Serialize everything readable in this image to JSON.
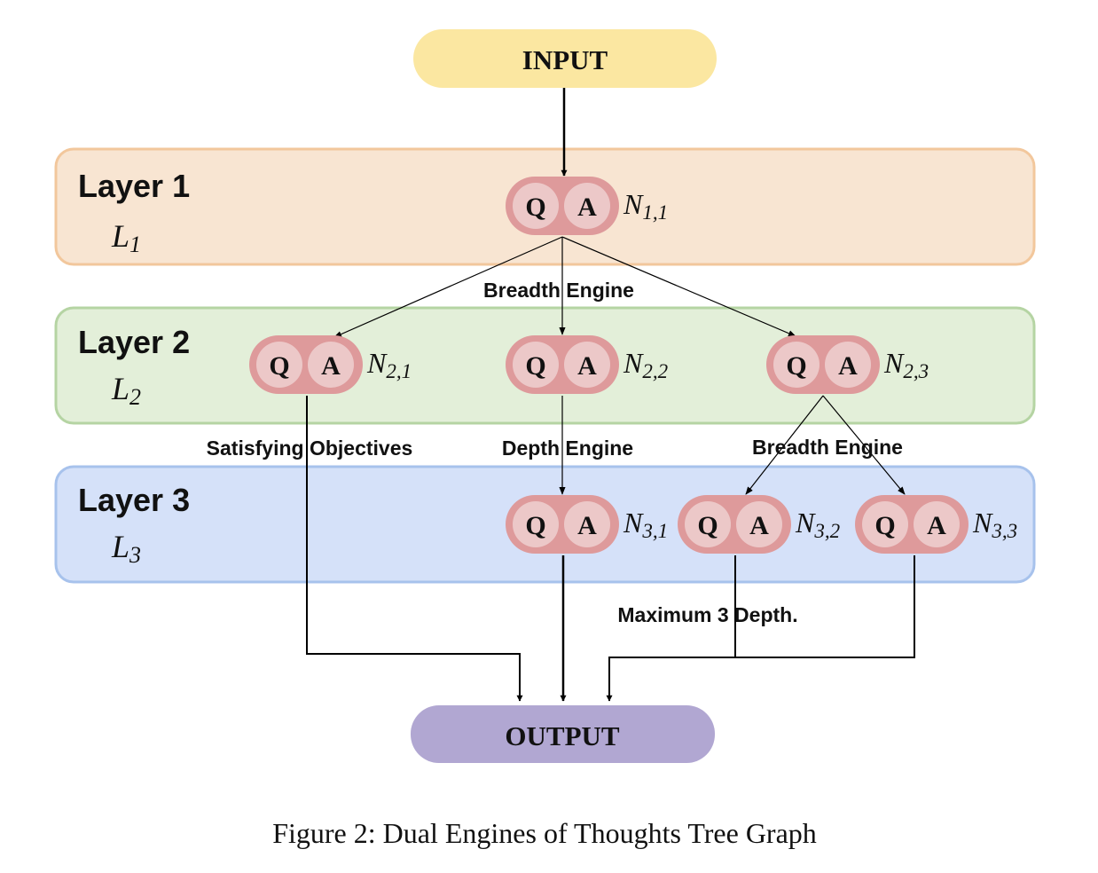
{
  "colors": {
    "input_fill": "#fbe7a1",
    "output_fill": "#b1a7d2",
    "layer1_fill": "#f8e5d2",
    "layer1_stroke": "#f2c79c",
    "layer2_fill": "#e3efd9",
    "layer2_stroke": "#b5d4a3",
    "layer3_fill": "#d5e1f9",
    "layer3_stroke": "#a7c2ec",
    "node_outer": "#de9a9b",
    "node_inner": "#ecc8c8"
  },
  "terminals": {
    "input": "INPUT",
    "output": "OUTPUT"
  },
  "layers": [
    {
      "title": "Layer 1",
      "symbol": "L",
      "sub": "1"
    },
    {
      "title": "Layer 2",
      "symbol": "L",
      "sub": "2"
    },
    {
      "title": "Layer 3",
      "symbol": "L",
      "sub": "3"
    }
  ],
  "node": {
    "q": "Q",
    "a": "A",
    "symbol": "N"
  },
  "nodes": [
    {
      "id": "n11",
      "sub": "1,1"
    },
    {
      "id": "n21",
      "sub": "2,1"
    },
    {
      "id": "n22",
      "sub": "2,2"
    },
    {
      "id": "n23",
      "sub": "2,3"
    },
    {
      "id": "n31",
      "sub": "3,1"
    },
    {
      "id": "n32",
      "sub": "3,2"
    },
    {
      "id": "n33",
      "sub": "3,3"
    }
  ],
  "edge_labels": {
    "breadth_top": "Breadth Engine",
    "satisfying": "Satisfying Objectives",
    "depth": "Depth Engine",
    "breadth_right": "Breadth Engine",
    "max_depth": "Maximum 3 Depth."
  },
  "caption": "Figure 2: Dual Engines of Thoughts Tree Graph"
}
